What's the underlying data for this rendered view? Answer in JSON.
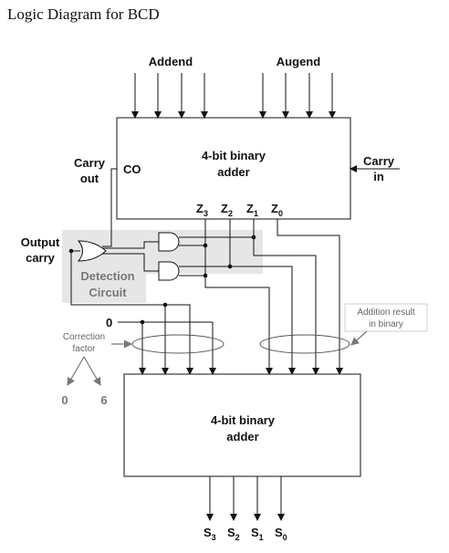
{
  "title": "Logic Diagram for BCD",
  "labels": {
    "addend": "Addend",
    "augend": "Augend",
    "carry_out_line1": "Carry",
    "carry_out_line2": "out",
    "co": "CO",
    "carry_in_line1": "Carry",
    "carry_in_line2": "in",
    "output_carry_line1": "Output",
    "output_carry_line2": "carry",
    "detection_line1": "Detection",
    "detection_line2": "Circuit",
    "zero_input": "0",
    "correction_line1": "Correction",
    "correction_line2": "factor",
    "correction_zero": "0",
    "correction_six": "6",
    "addition_result_line1": "Addition result",
    "addition_result_line2": "in binary"
  },
  "adder_top": {
    "line1": "4-bit binary",
    "line2": "adder"
  },
  "adder_bottom": {
    "line1": "4-bit binary",
    "line2": "adder"
  },
  "z_outputs": [
    {
      "letter": "Z",
      "sub": "3"
    },
    {
      "letter": "Z",
      "sub": "2"
    },
    {
      "letter": "Z",
      "sub": "1"
    },
    {
      "letter": "Z",
      "sub": "0"
    }
  ],
  "s_outputs": [
    {
      "letter": "S",
      "sub": "3"
    },
    {
      "letter": "S",
      "sub": "2"
    },
    {
      "letter": "S",
      "sub": "1"
    },
    {
      "letter": "S",
      "sub": "0"
    }
  ],
  "colors": {
    "line": "#111111",
    "grey": "#777777",
    "shade": "#e6e6e6"
  }
}
